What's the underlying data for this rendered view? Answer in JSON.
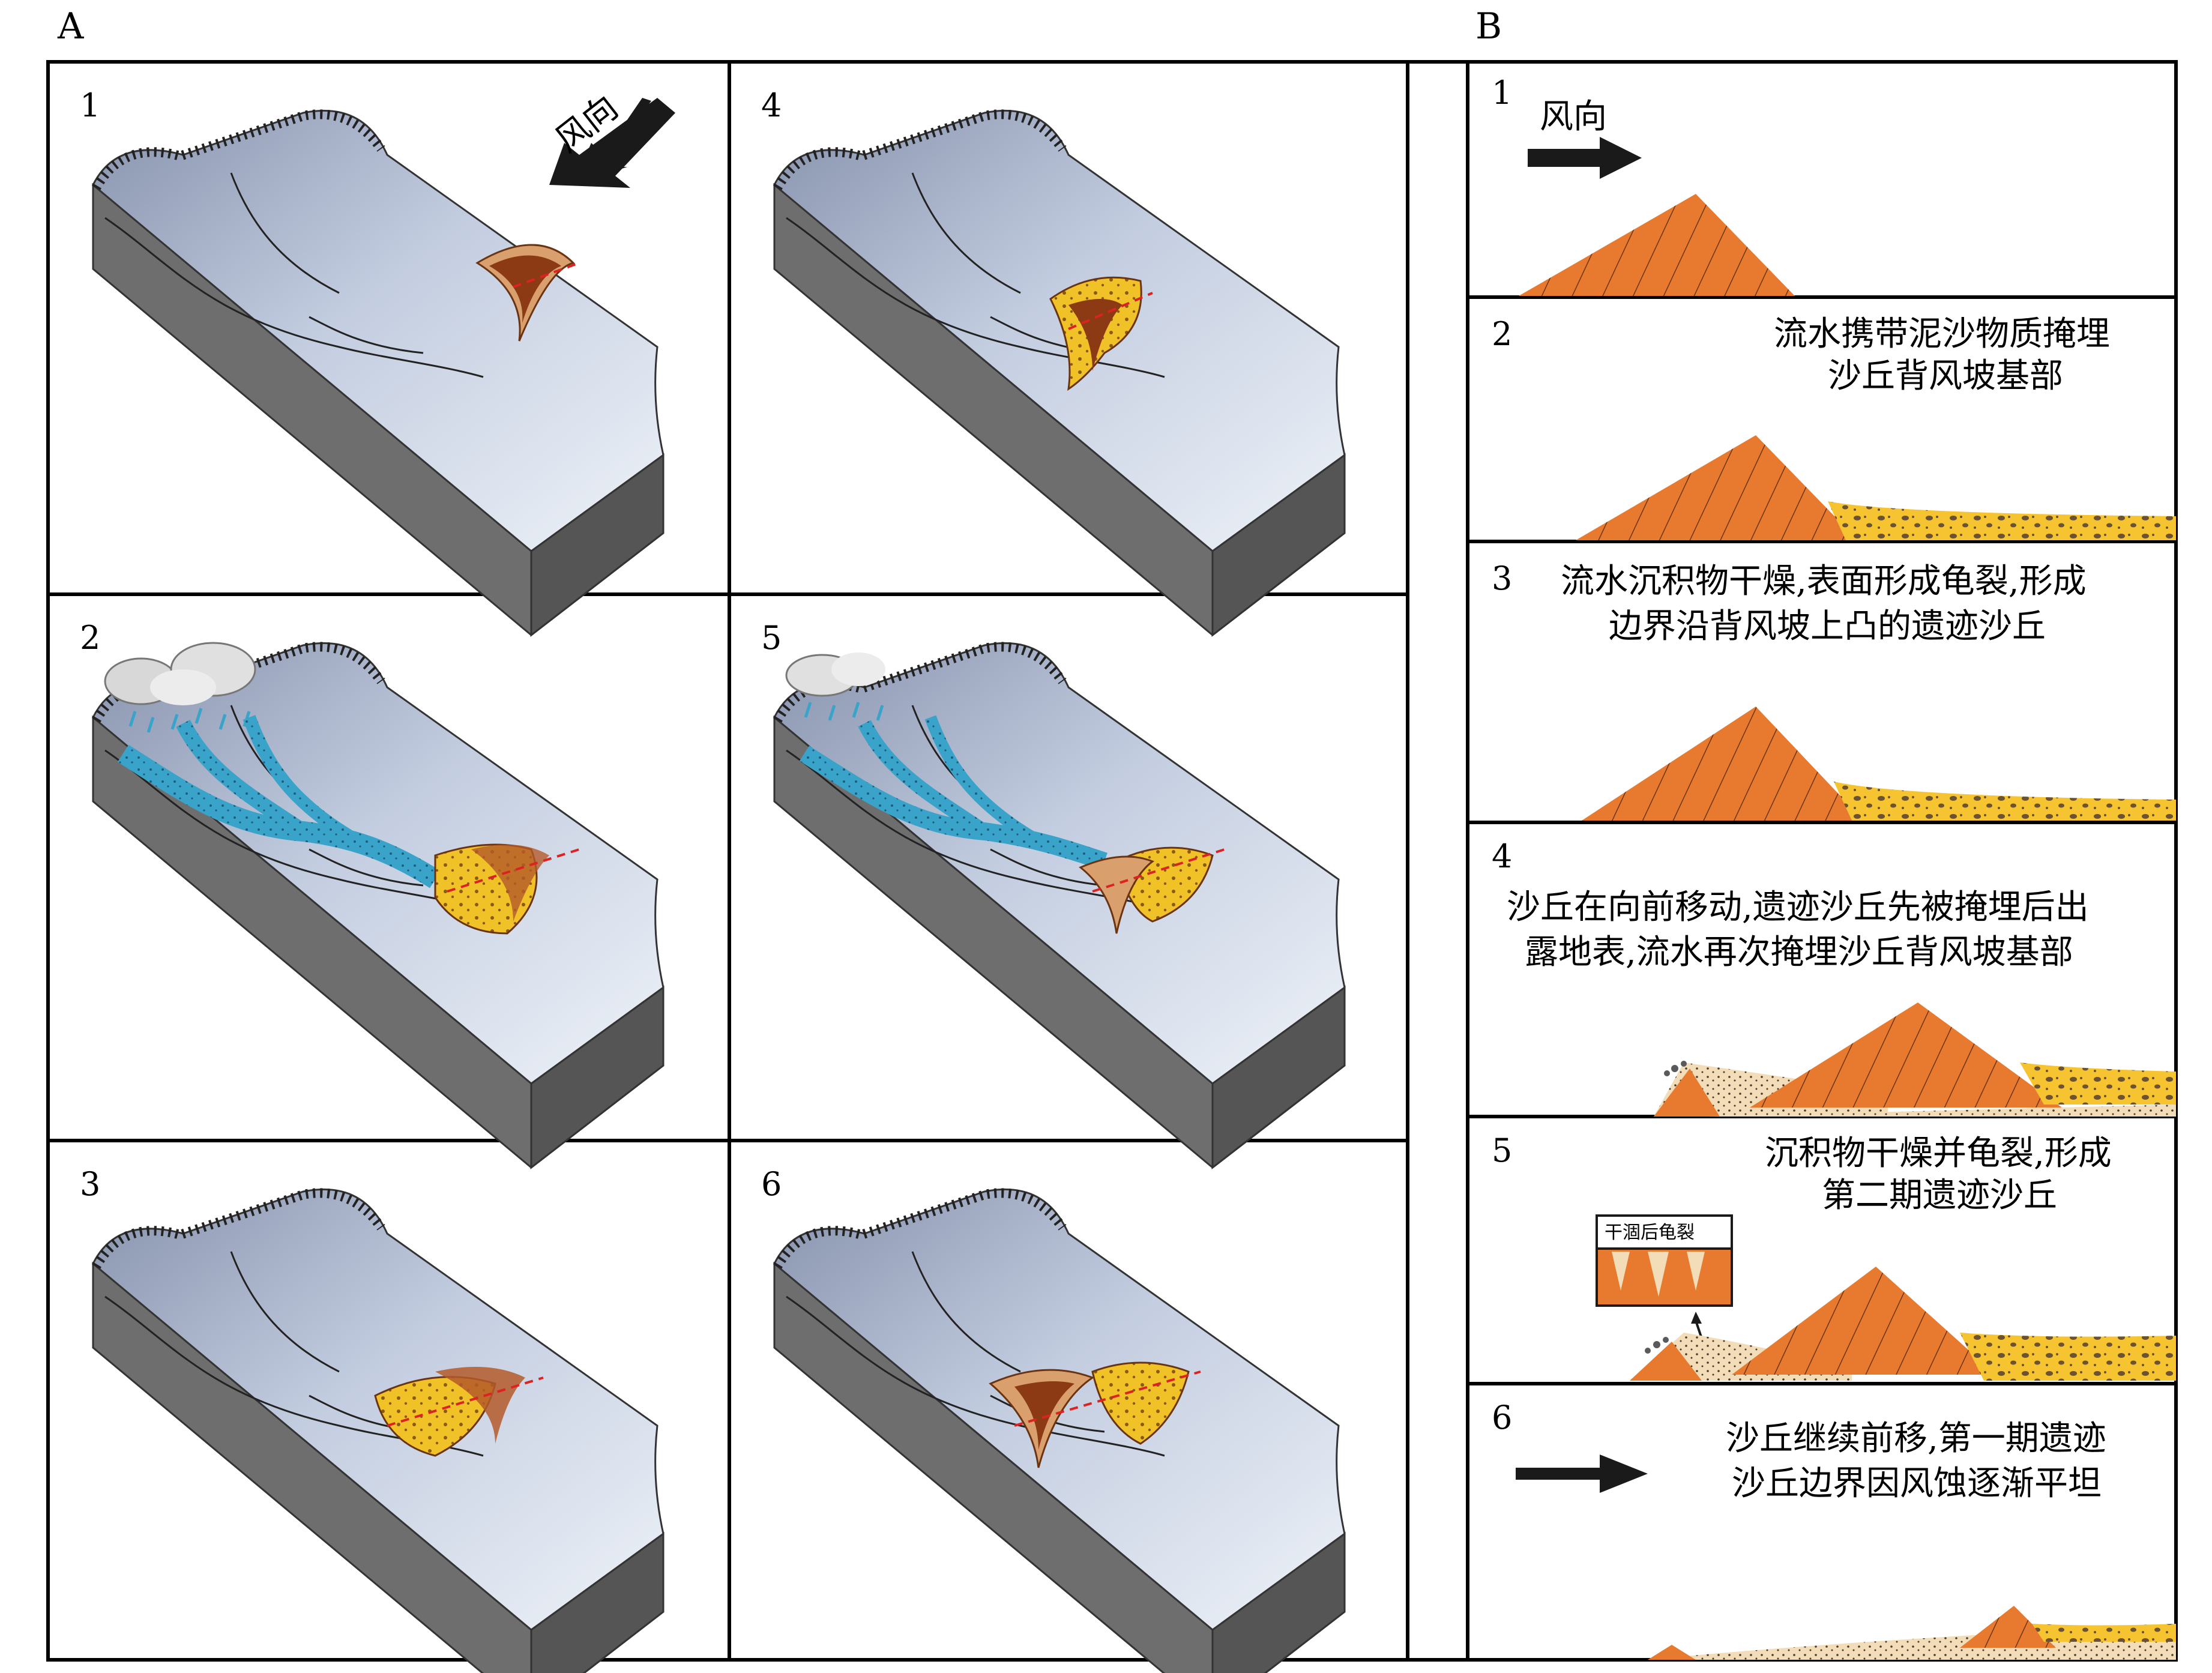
{
  "panel_a": {
    "label": "A",
    "wind_label": "风向",
    "cells": [
      "1",
      "2",
      "3",
      "4",
      "5",
      "6"
    ]
  },
  "panel_b": {
    "label": "B",
    "wind_label": "风向",
    "rows": [
      {
        "number": "1",
        "caption_lines": []
      },
      {
        "number": "2",
        "caption_lines": [
          "流水携带泥沙物质掩埋",
          "沙丘背风坡基部"
        ]
      },
      {
        "number": "3",
        "caption_lines": [
          "流水沉积物干燥,表面形成龟裂,形成",
          "边界沿背风坡上凸的遗迹沙丘"
        ]
      },
      {
        "number": "4",
        "caption_lines": [
          "沙丘在向前移动,遗迹沙丘先被掩埋后出",
          "露地表,流水再次掩埋沙丘背风坡基部"
        ]
      },
      {
        "number": "5",
        "caption_lines": [
          "沉积物干燥并龟裂,形成",
          "第二期遗迹沙丘"
        ],
        "inset_label": "干涸后龟裂"
      },
      {
        "number": "6",
        "caption_lines": [
          "沙丘继续前移,第一期遗迹",
          "沙丘边界因风蚀逐渐平坦"
        ]
      }
    ]
  },
  "colors": {
    "dune_orange": "#e77a2e",
    "sediment_yellow": "#f5c430",
    "water_blue": "#3aa3c9",
    "ground_face": "#6e6e6e",
    "ground_top": "#c8d3e6"
  }
}
